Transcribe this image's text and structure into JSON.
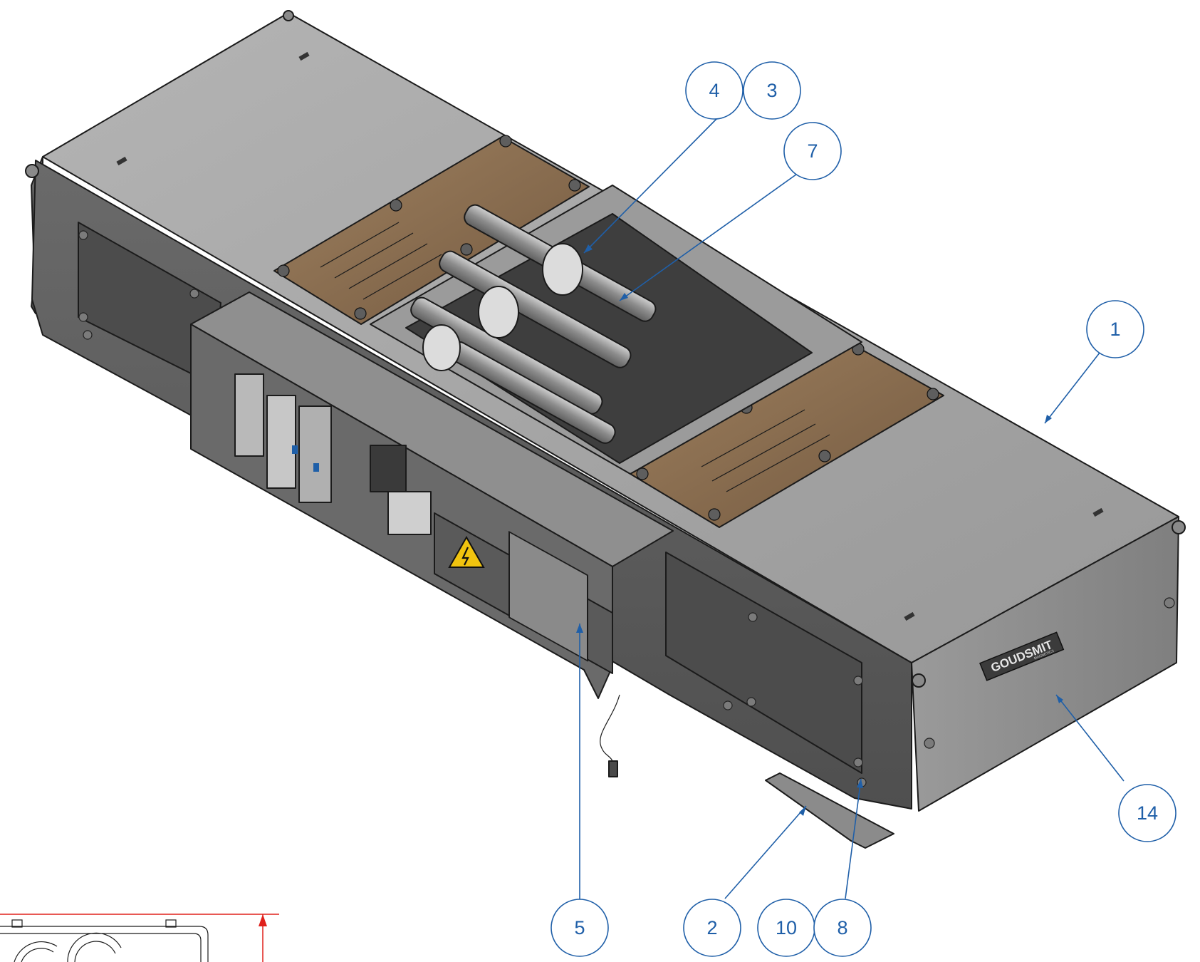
{
  "brand_plate": {
    "name": "GOUDSMIT",
    "subtitle": "MAGNETICS"
  },
  "balloons": [
    {
      "id": "b1",
      "label": "1"
    },
    {
      "id": "b2",
      "label": "2"
    },
    {
      "id": "b3",
      "label": "3"
    },
    {
      "id": "b4",
      "label": "4"
    },
    {
      "id": "b5",
      "label": "5"
    },
    {
      "id": "b7",
      "label": "7"
    },
    {
      "id": "b8",
      "label": "8"
    },
    {
      "id": "b10",
      "label": "10"
    },
    {
      "id": "b14",
      "label": "14"
    }
  ],
  "colors": {
    "balloon": "#1f5fa8",
    "housing_top": "#a9a9a9",
    "housing_side": "#6e6e6e",
    "housing_end": "#8d8d8d",
    "window": "#8a6b4a",
    "dimension_line": "#e0201b"
  },
  "icons": [
    "electrical-hazard-icon"
  ]
}
